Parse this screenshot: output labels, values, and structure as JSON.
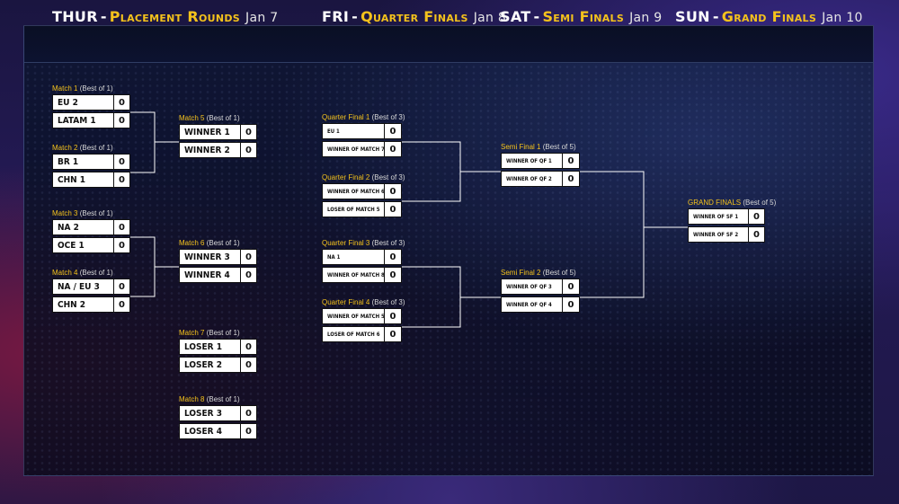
{
  "header": {
    "days": [
      {
        "name": "THUR",
        "title": "Placement Rounds",
        "date": "Jan 7"
      },
      {
        "name": "FRI",
        "title": "Quarter Finals",
        "date": "Jan 8"
      },
      {
        "name": "SAT",
        "title": "Semi Finals",
        "date": "Jan 9"
      },
      {
        "name": "SUN",
        "title": "Grand Finals",
        "date": "Jan 10"
      }
    ]
  },
  "matches": [
    {
      "title": "Match 1",
      "format": "(Best of 1)",
      "teams": [
        {
          "name": "EU 2",
          "score": "0"
        },
        {
          "name": "LATAM 1",
          "score": "0"
        }
      ]
    },
    {
      "title": "Match 2",
      "format": "(Best of 1)",
      "teams": [
        {
          "name": "BR 1",
          "score": "0"
        },
        {
          "name": "CHN 1",
          "score": "0"
        }
      ]
    },
    {
      "title": "Match 3",
      "format": "(Best of 1)",
      "teams": [
        {
          "name": "NA 2",
          "score": "0"
        },
        {
          "name": "OCE 1",
          "score": "0"
        }
      ]
    },
    {
      "title": "Match 4",
      "format": "(Best of 1)",
      "teams": [
        {
          "name": "NA / EU 3",
          "score": "0"
        },
        {
          "name": "CHN 2",
          "score": "0"
        }
      ]
    },
    {
      "title": "Match 5",
      "format": "(Best of 1)",
      "teams": [
        {
          "name": "WINNER 1",
          "score": "0"
        },
        {
          "name": "WINNER 2",
          "score": "0"
        }
      ]
    },
    {
      "title": "Match 6",
      "format": "(Best of 1)",
      "teams": [
        {
          "name": "WINNER 3",
          "score": "0"
        },
        {
          "name": "WINNER 4",
          "score": "0"
        }
      ]
    },
    {
      "title": "Match 7",
      "format": "(Best of 1)",
      "teams": [
        {
          "name": "LOSER 1",
          "score": "0"
        },
        {
          "name": "LOSER 2",
          "score": "0"
        }
      ]
    },
    {
      "title": "Match 8",
      "format": "(Best of 1)",
      "teams": [
        {
          "name": "LOSER 3",
          "score": "0"
        },
        {
          "name": "LOSER 4",
          "score": "0"
        }
      ]
    },
    {
      "title": "Quarter Final 1",
      "format": "(Best of 3)",
      "teams": [
        {
          "name": "EU 1",
          "score": "0"
        },
        {
          "name": "WINNER OF MATCH 7",
          "score": "0"
        }
      ]
    },
    {
      "title": "Quarter Final 2",
      "format": "(Best of 3)",
      "teams": [
        {
          "name": "WINNER OF MATCH 6",
          "score": "0"
        },
        {
          "name": "LOSER OF MATCH 5",
          "score": "0"
        }
      ]
    },
    {
      "title": "Quarter Final 3",
      "format": "(Best of 3)",
      "teams": [
        {
          "name": "NA 1",
          "score": "0"
        },
        {
          "name": "WINNER OF MATCH 8",
          "score": "0"
        }
      ]
    },
    {
      "title": "Quarter Final 4",
      "format": "(Best of 3)",
      "teams": [
        {
          "name": "WINNER OF MATCH 5",
          "score": "0"
        },
        {
          "name": "LOSER OF MATCH 6",
          "score": "0"
        }
      ]
    },
    {
      "title": "Semi Final 1",
      "format": "(Best of 5)",
      "teams": [
        {
          "name": "WINNER OF QF 1",
          "score": "0"
        },
        {
          "name": "WINNER OF QF 2",
          "score": "0"
        }
      ]
    },
    {
      "title": "Semi Final 2",
      "format": "(Best of 5)",
      "teams": [
        {
          "name": "WINNER OF QF 3",
          "score": "0"
        },
        {
          "name": "WINNER OF QF 4",
          "score": "0"
        }
      ]
    },
    {
      "title": "GRAND FINALS",
      "format": "(Best of 5)",
      "teams": [
        {
          "name": "WINNER OF SF 1",
          "score": "0"
        },
        {
          "name": "WINNER OF SF 2",
          "score": "0"
        }
      ]
    }
  ]
}
